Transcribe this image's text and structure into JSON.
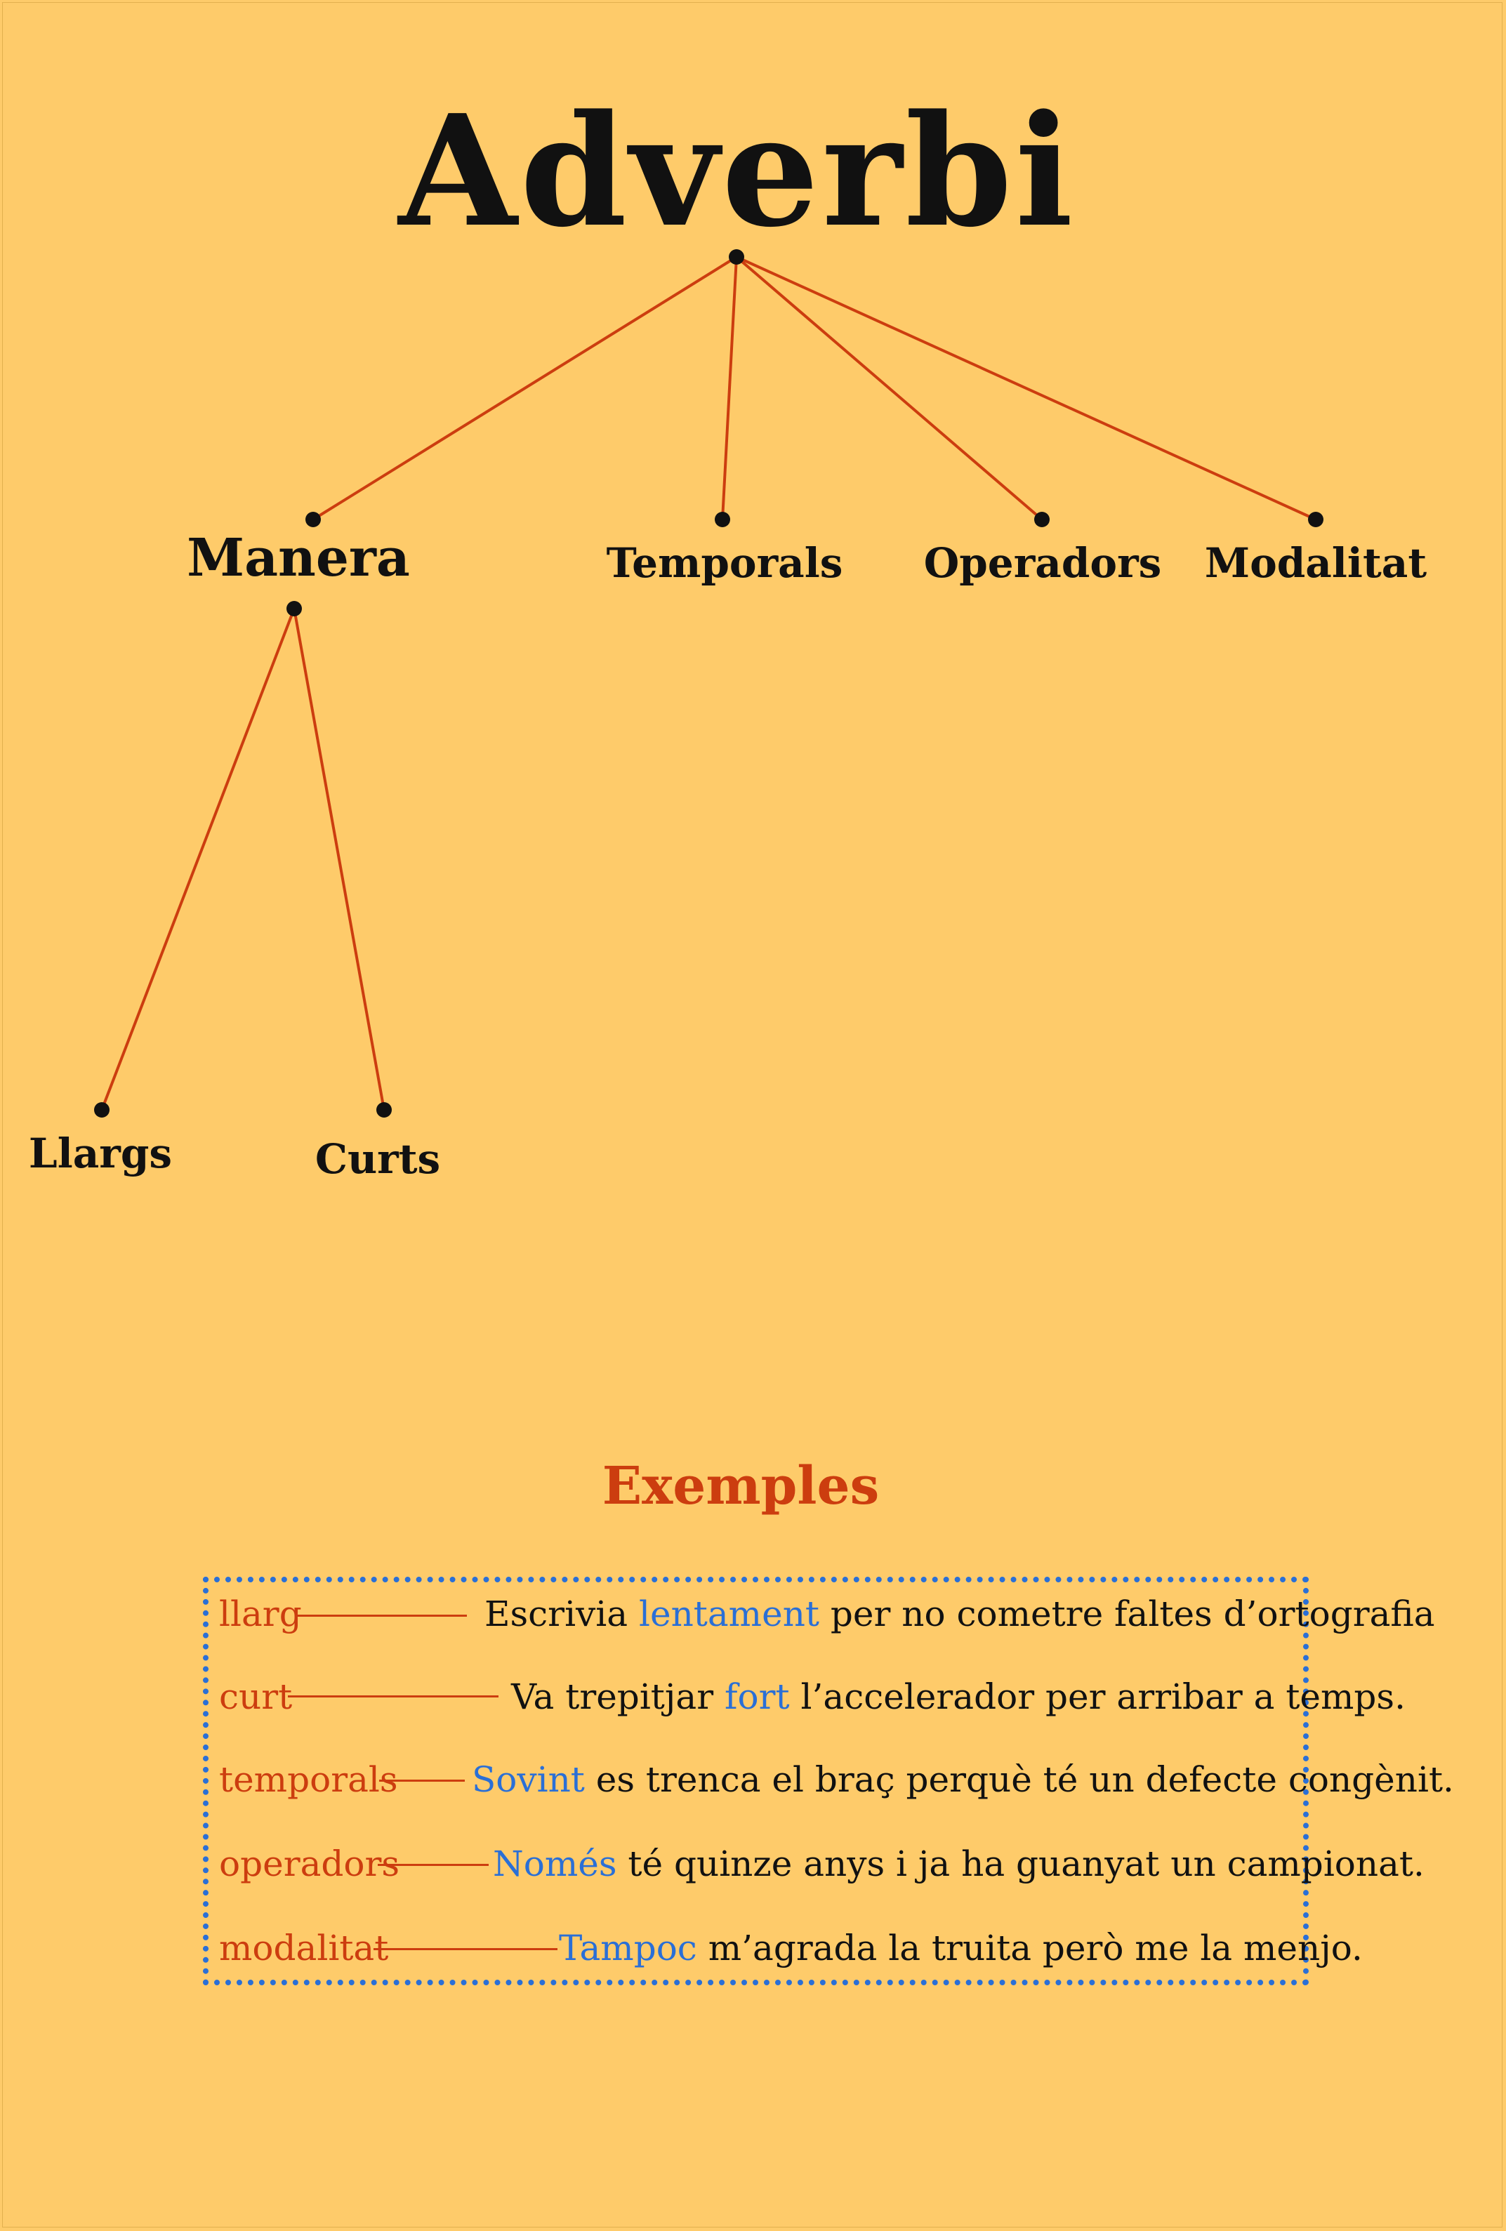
{
  "title": "Adverbi",
  "tree": {
    "root": "Adverbi",
    "children": [
      {
        "label": "Manera",
        "children": [
          "Llargs",
          "Curts"
        ]
      },
      {
        "label": "Temporals"
      },
      {
        "label": "Operadors"
      },
      {
        "label": "Modalitat"
      }
    ]
  },
  "examples": {
    "title": "Exemples",
    "rows": [
      {
        "type": "llarg",
        "before": "Escrivia ",
        "adverb": "lentament",
        "after": " per no cometre faltes d’ortografia"
      },
      {
        "type": "curt",
        "before": "Va trepitjar ",
        "adverb": "fort",
        "after": " l’accelerador per arribar a temps."
      },
      {
        "type": "temporals",
        "before": "",
        "adverb": "Sovint",
        "after": " es trenca el braç perquè té un defecte congènit."
      },
      {
        "type": "operadors",
        "before": "",
        "adverb": "Només",
        "after": " té quinze anys i ja ha guanyat un campionat."
      },
      {
        "type": "modalitat",
        "before": "",
        "adverb": "Tampoc",
        "after": " m’agrada la truita però me la menjo."
      }
    ]
  },
  "colors": {
    "background": "#fecb6a",
    "connector": "#cc3d0f",
    "category_text": "#cc3d0f",
    "adverb_highlight": "#2a6fd6",
    "dot": "#111111"
  }
}
